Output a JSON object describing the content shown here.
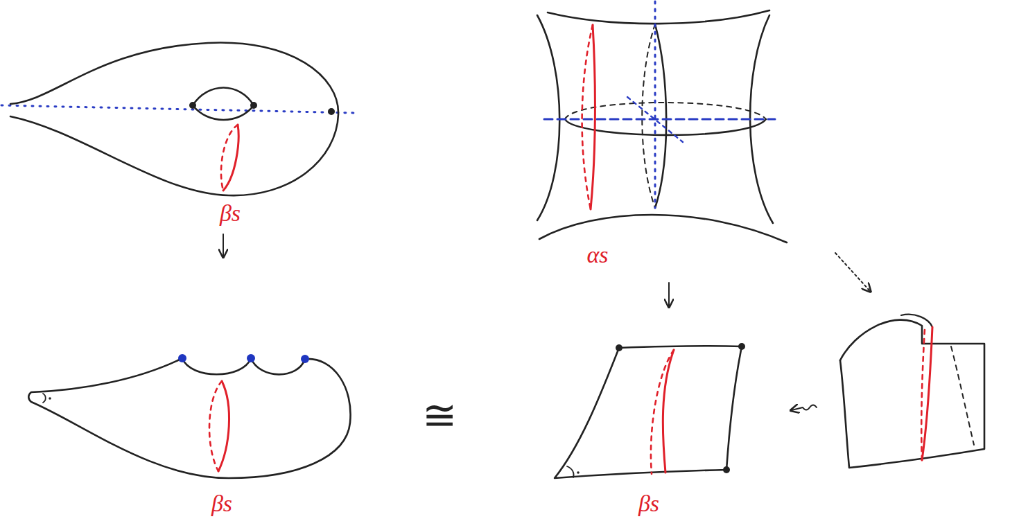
{
  "diagram": {
    "labels": [
      "βs",
      "αs",
      "βs",
      "≅",
      "βs"
    ]
  }
}
